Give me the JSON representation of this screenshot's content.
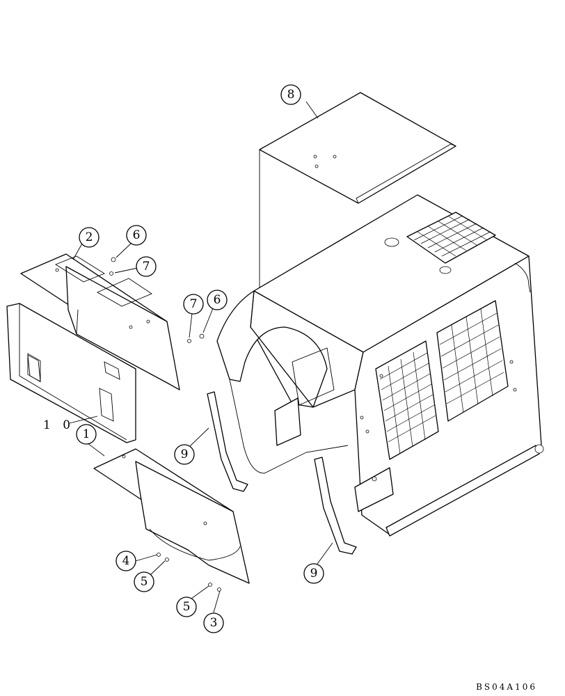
{
  "callouts": {
    "c1": "1",
    "c2": "2",
    "c3": "3",
    "c4": "4",
    "c5a": "5",
    "c5b": "5",
    "c6a": "6",
    "c6b": "6",
    "c7a": "7",
    "c7b": "7",
    "c8": "8",
    "c9a": "9",
    "c9b": "9",
    "c10": "1 0"
  },
  "drawing_code": "BS04A106"
}
